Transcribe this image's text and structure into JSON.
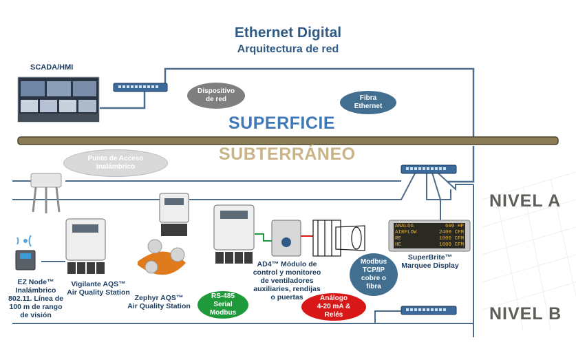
{
  "header": {
    "title": "Ethernet Digital",
    "subtitle": "Arquitectura de red"
  },
  "labels": {
    "scada": "SCADA/HMI",
    "surface": "SUPERFICIE",
    "underground": "SUBTERRÁNEO",
    "level_a": "NIVEL A",
    "level_b": "NIVEL B",
    "ez_node": [
      "EZ Node™",
      "Inalámbrico",
      "802.11. Línea de",
      "100 m de rango",
      "de visión"
    ],
    "vigilante": [
      "Vigilante AQS™",
      "Air Quality Station"
    ],
    "zephyr": [
      "Zephyr AQS™",
      "Air Quality Station"
    ],
    "ad4": [
      "AD4™ Módulo de",
      "control y monitoreo",
      "de ventiladores",
      "auxiliaries, rendijas",
      "o puertas"
    ],
    "superbrite": [
      "SuperBrite™",
      "Marquee Display"
    ]
  },
  "bubbles": {
    "network_device": [
      "Dispositivo",
      "de red"
    ],
    "fiber": [
      "Fibra",
      "Ethernet"
    ],
    "access_point": [
      "Punto de Acceso",
      "inalámbrico"
    ],
    "modbus_tcp": [
      "Modbus",
      "TCP/IP",
      "cobre o",
      "fibra"
    ],
    "rs485": [
      "RS-485",
      "Serial",
      "Modbus"
    ],
    "analog": [
      "Análogo",
      "4-20 mA &",
      "Relés"
    ]
  },
  "display_rows": [
    [
      "ANALOG",
      "600 HP"
    ],
    [
      "AIRFLOW",
      "2400 CFM"
    ],
    [
      "RE",
      "1000 CFM"
    ],
    [
      "HE",
      "1000 CFM"
    ]
  ],
  "colors": {
    "network_line": "#4a6b8a",
    "surface_bar": "#8a7c55",
    "title": "#2f5a83",
    "green": "#1f9a3a",
    "red": "#d81818"
  }
}
